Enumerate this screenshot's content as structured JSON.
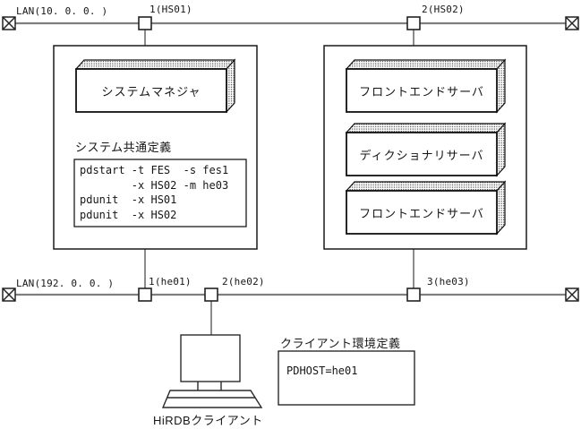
{
  "colors": {
    "paper": "#ffffff",
    "lan_line": "#7f7f7f",
    "connector": "#5a5a5a",
    "ink": "#1a1a1a",
    "halftone_dot": "#2e2e2e"
  },
  "lan_top": {
    "label": "LAN(10. 0. 0. )",
    "nodes": [
      "1(HS01)",
      "2(HS02)"
    ]
  },
  "lan_bottom": {
    "label": "LAN(192. 0. 0. )",
    "nodes": [
      "1(he01)",
      "2(he02)",
      "3(he03)"
    ]
  },
  "unit_left": {
    "server": "システムマネジャ",
    "definition_title": "システム共通定義",
    "definition_lines": [
      "pdstart -t FES  -s fes1",
      "        -x HS02 -m he03",
      "pdunit  -x HS01",
      "pdunit  -x HS02"
    ]
  },
  "unit_right": {
    "servers": [
      "フロントエンドサーバ",
      "ディクショナリサーバ",
      "フロントエンドサーバ"
    ]
  },
  "client": {
    "label": "HiRDBクライアント",
    "env_title": "クライアント環境定義",
    "env_value": "PDHOST=he01"
  },
  "icons": {
    "lan_terminator": "boxed-x",
    "network_tap": "small-square",
    "client_computer": "terminal-with-keyboard"
  }
}
